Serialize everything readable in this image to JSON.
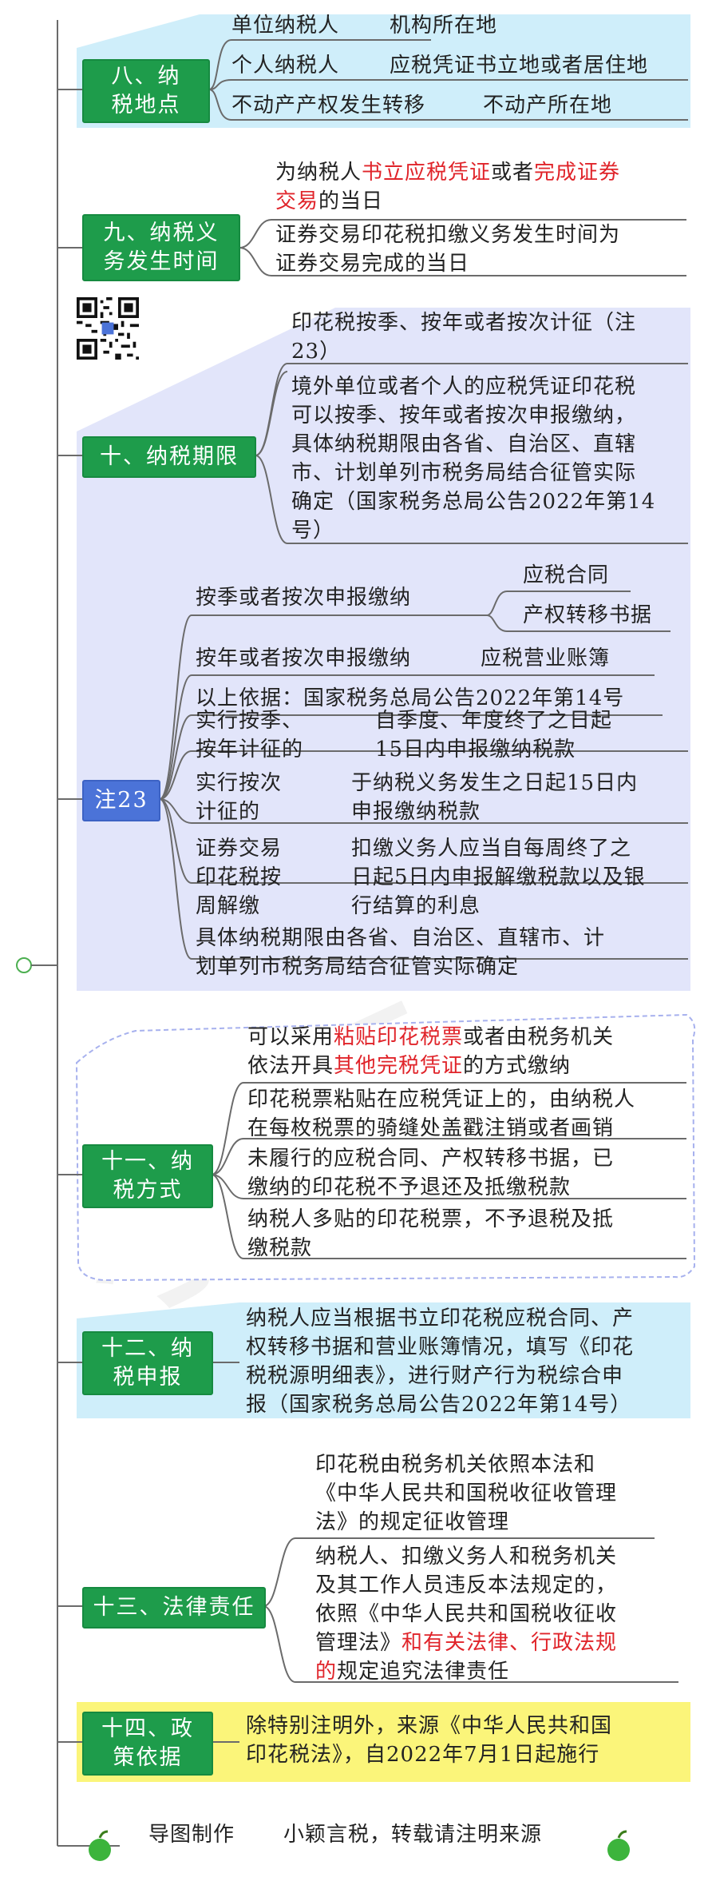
{
  "sections": {
    "s8": {
      "title": "八、纳\n税地点",
      "rows": [
        {
          "left": "单位纳税人",
          "right": "机构所在地"
        },
        {
          "left": "个人纳税人",
          "right": "应税凭证书立地或者居住地"
        },
        {
          "left": "不动产产权发生转移",
          "right": "不动产所在地"
        }
      ]
    },
    "s9": {
      "title": "九、纳税义\n务发生时间",
      "item1": {
        "a": "为纳税人",
        "b": "书立应税凭证",
        "c": "或者",
        "d": "完成证券\n交易",
        "e": "的当日"
      },
      "item2": "证券交易印花税扣缴义务发生时间为\n证券交易完成的当日"
    },
    "s10": {
      "title": "十、纳税期限",
      "item1": "印花税按季、按年或者按次计征（注\n23）",
      "item2": "境外单位或者个人的应税凭证印花税\n可以按季、按年或者按次申报缴纳，\n具体纳税期限由各省、自治区、直辖\n市、计划单列市税务局结合征管实际\n确定（国家税务总局公告2022年第14\n号）"
    },
    "note23": {
      "title": "注23",
      "r1": "按季或者按次申报缴纳",
      "r1a": "应税合同",
      "r1b": "产权转移书据",
      "r2": "按年或者按次申报缴纳",
      "r2a": "应税营业账簿",
      "r3": "以上依据：国家税务总局公告2022年第14号",
      "r4": "实行按季、\n按年计征的",
      "r4a": "自季度、年度终了之日起\n15日内申报缴纳税款",
      "r5": "实行按次\n计征的",
      "r5a": "于纳税义务发生之日起15日内\n申报缴纳税款",
      "r6": "证券交易\n印花税按\n周解缴",
      "r6a": "扣缴义务人应当自每周终了之\n日起5日内申报解缴税款以及银\n行结算的利息",
      "r7": "具体纳税期限由各省、自治区、直辖市、计\n划单列市税务局结合征管实际确定"
    },
    "s11": {
      "title": "十一、纳\n税方式",
      "item1": {
        "a": "可以采用",
        "b": "粘贴印花税票",
        "c": "或者由税务机关\n依法开具",
        "d": "其他完税凭证",
        "e": "的方式缴纳"
      },
      "item2": "印花税票粘贴在应税凭证上的，由纳税人\n在每枚税票的骑缝处盖戳注销或者画销",
      "item3": "未履行的应税合同、产权转移书据，已\n缴纳的印花税不予退还及抵缴税款",
      "item4": "纳税人多贴的印花税票，不予退税及抵\n缴税款"
    },
    "s12": {
      "title": "十二、纳\n税申报",
      "item1": "纳税人应当根据书立印花税应税合同、产\n权转移书据和营业账簿情况，填写《印花\n税税源明细表》，进行财产行为税综合申\n报（国家税务总局公告2022年第14号）"
    },
    "s13": {
      "title": "十三、法律责任",
      "item1": "印花税由税务机关依照本法和\n《中华人民共和国税收征收管理\n法》的规定征收管理",
      "item2": {
        "a": "纳税人、扣缴义务人和税务机关\n及其工作人员违反本法规定的，\n依照《中华人民共和国税收征收\n管理法》",
        "b": "和有关法律、行政法规\n的",
        "c": "规定追究法律责任"
      }
    },
    "s14": {
      "title": "十四、政\n策依据",
      "item1": "除特别注明外，来源《中华人民共和国\n印花税法》，自2022年7月1日起施行"
    }
  },
  "footer": {
    "left": "导图制作",
    "right": "小颖言税，转载请注明来源"
  },
  "colors": {
    "green": "#1e9c4b",
    "blue": "#4b73d8",
    "lightblue": "#cfeefa",
    "lavender": "#e2e5fa",
    "yellow": "#fbf57a",
    "red": "#e0242a",
    "line": "#6b6b6b"
  }
}
